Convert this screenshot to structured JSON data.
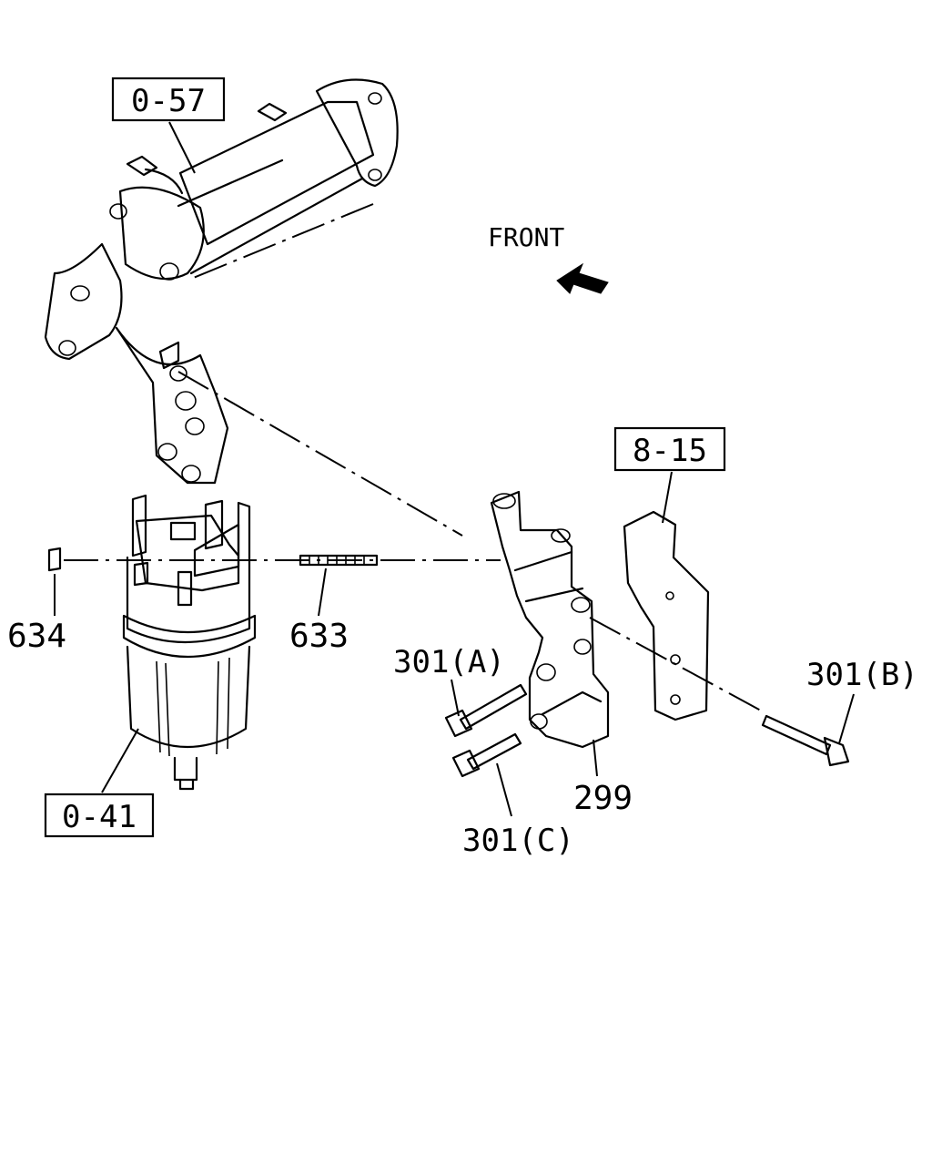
{
  "labels": {
    "ref_0_57": "0-57",
    "ref_8_15": "8-15",
    "ref_0_41": "0-41",
    "front": "FRONT",
    "p634": "634",
    "p633": "633",
    "p301a": "301(A)",
    "p301b": "301(B)",
    "p301c": "301(C)",
    "p299": "299"
  },
  "icons": {
    "front_arrow": "arrow-pointing-front-icon"
  }
}
